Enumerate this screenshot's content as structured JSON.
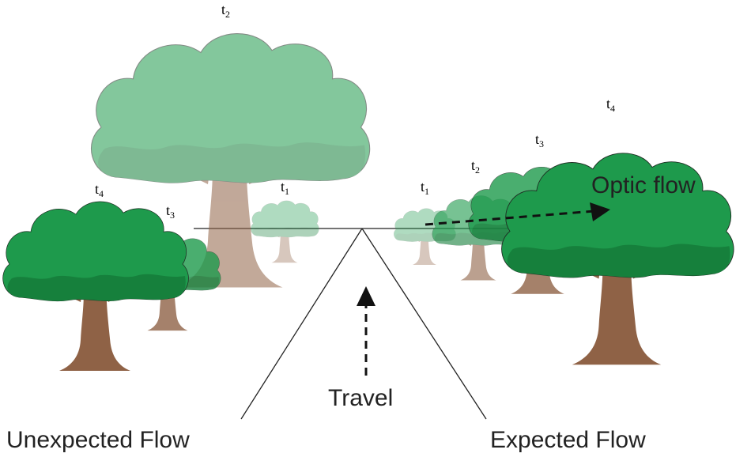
{
  "labels": {
    "unexpected_flow": "Unexpected Flow",
    "expected_flow": "Expected Flow",
    "travel": "Travel",
    "optic_flow": "Optic flow"
  },
  "time_labels": {
    "left_t4": {
      "base": "t",
      "sub": "4"
    },
    "left_t3": {
      "base": "t",
      "sub": "3"
    },
    "left_t2": {
      "base": "t",
      "sub": "2"
    },
    "left_t1": {
      "base": "t",
      "sub": "1"
    },
    "right_t1": {
      "base": "t",
      "sub": "1"
    },
    "right_t2": {
      "base": "t",
      "sub": "2"
    },
    "right_t3": {
      "base": "t",
      "sub": "3"
    },
    "right_t4": {
      "base": "t",
      "sub": "4"
    }
  },
  "colors": {
    "canopy": "#1e9a4c",
    "canopy_shadow": "#16803c",
    "trunk": "#8f6246",
    "line": "#222222",
    "arrow": "#111111"
  }
}
